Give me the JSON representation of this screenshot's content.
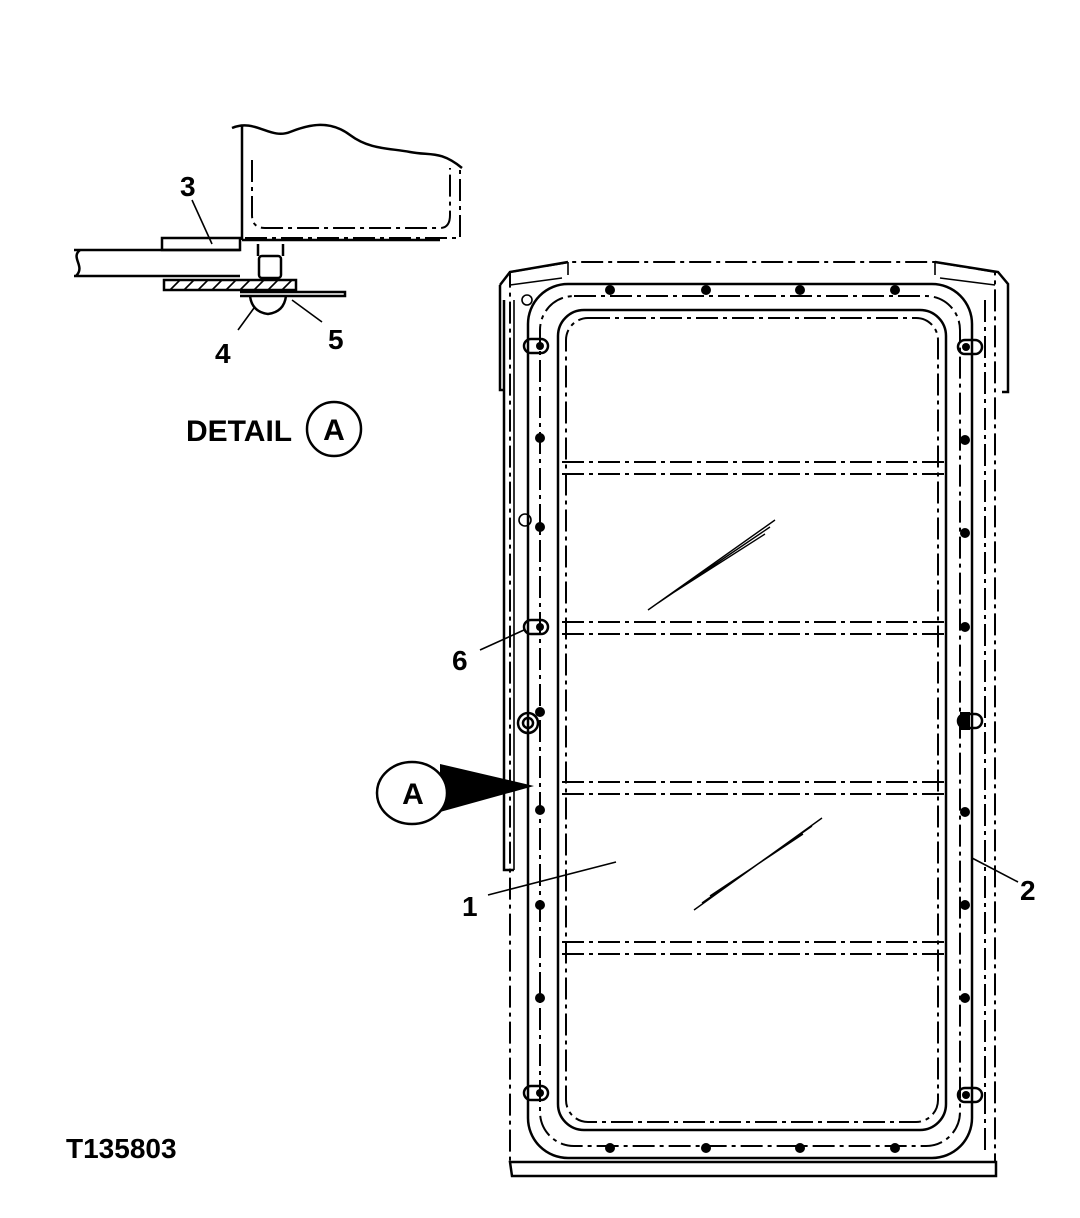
{
  "figure_id": "T135803",
  "detail": {
    "word": "DETAIL",
    "letter": "A"
  },
  "callout_letter": "A",
  "parts": [
    "1",
    "2",
    "3",
    "4",
    "5",
    "6"
  ]
}
